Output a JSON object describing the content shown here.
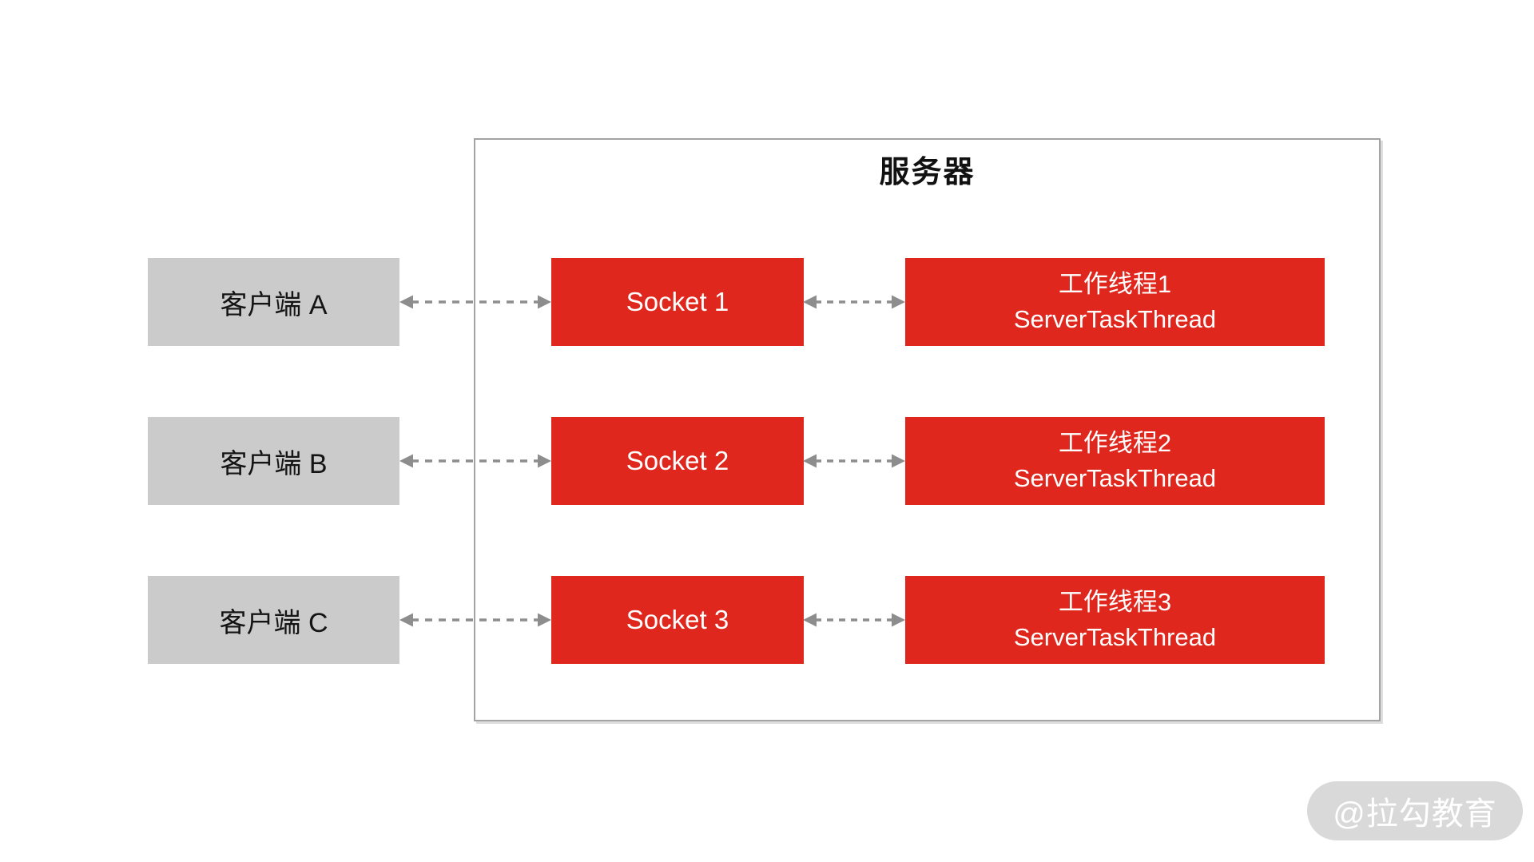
{
  "diagram": {
    "server_title": "服务器",
    "clients": [
      {
        "label": "客户端 A"
      },
      {
        "label": "客户端 B"
      },
      {
        "label": "客户端 C"
      }
    ],
    "sockets": [
      {
        "label": "Socket 1"
      },
      {
        "label": "Socket 2"
      },
      {
        "label": "Socket 3"
      }
    ],
    "workers": [
      {
        "line1": "工作线程1",
        "line2": "ServerTaskThread"
      },
      {
        "line1": "工作线程2",
        "line2": "ServerTaskThread"
      },
      {
        "line1": "工作线程3",
        "line2": "ServerTaskThread"
      }
    ],
    "watermark": "@拉勾教育",
    "colors": {
      "box_red": "#e0271d",
      "box_gray": "#cbcbcb",
      "arrow_gray": "#8d8d8d",
      "server_border": "#a3a3a3",
      "watermark_bg": "#d9d9d9",
      "watermark_text": "#ffffff"
    }
  }
}
